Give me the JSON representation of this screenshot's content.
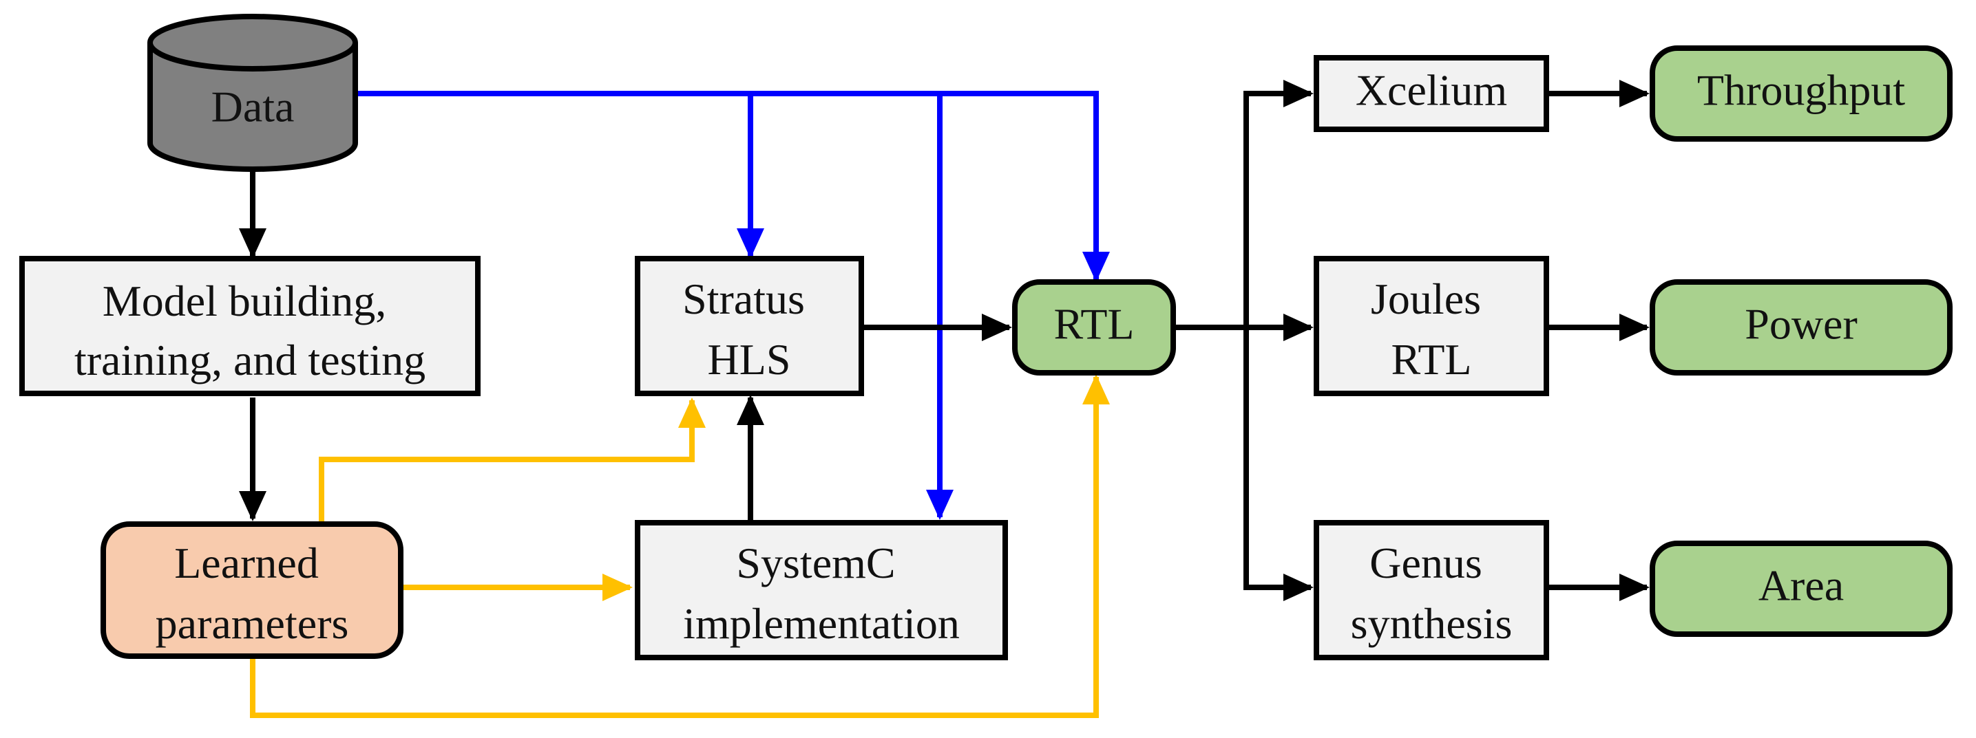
{
  "colors": {
    "data_flow": "#0000ff",
    "parameter_flow": "#ffc000",
    "control_flow": "#000000",
    "box_fill": "#f2f2f2",
    "result_fill": "#a9d18e",
    "params_fill": "#f8cbad",
    "database_fill": "#808080"
  },
  "nodes": {
    "data": {
      "label": "Data",
      "icon": "database-cylinder-icon"
    },
    "model": {
      "lines": [
        "Model building,",
        "training, and testing"
      ]
    },
    "learned": {
      "lines": [
        "Learned",
        "parameters"
      ]
    },
    "stratus": {
      "lines": [
        "Stratus",
        "HLS"
      ]
    },
    "systemc": {
      "lines": [
        "SystemC",
        "implementation"
      ]
    },
    "rtl": {
      "label": "RTL"
    },
    "xcelium": {
      "label": "Xcelium"
    },
    "joules": {
      "lines": [
        "Joules",
        "RTL"
      ]
    },
    "genus": {
      "lines": [
        "Genus",
        "synthesis"
      ]
    },
    "throughput": {
      "label": "Throughput"
    },
    "power": {
      "label": "Power"
    },
    "area": {
      "label": "Area"
    }
  }
}
